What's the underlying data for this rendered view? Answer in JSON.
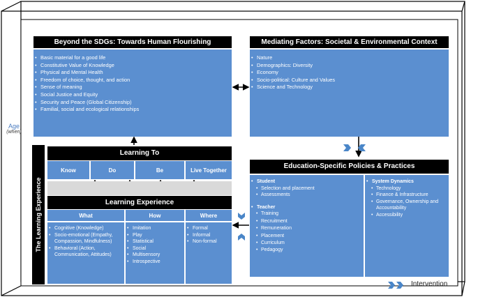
{
  "age": {
    "label": "Age",
    "sub": "(when)"
  },
  "side_label": "The Learning Experience",
  "sdgs": {
    "title": "Beyond the SDGs: Towards Human Flourishing",
    "items": [
      "Basic material for a good life",
      "Constitutive Value of Knowledge",
      "Physical and Mental Health",
      "Freedom of choice, thought, and action",
      "Sense of meaning",
      "Social Justice and Equity",
      "Security and Peace (Global Citizenship)",
      "Familial, social and ecological relationships"
    ]
  },
  "mediating": {
    "title": "Mediating Factors: Societal & Environmental Context",
    "items": [
      "Nature",
      "Demographics: Diversity",
      "Economy",
      "Socio-political: Culture and Values",
      "Science and Technology"
    ]
  },
  "learning_to": {
    "title": "Learning To",
    "cells": [
      "Know",
      "Do",
      "Be",
      "Live Together"
    ]
  },
  "learning_experience": {
    "title": "Learning Experience",
    "columns": [
      {
        "header": "What",
        "items": [
          "Cognitive (Knowledge)",
          "Socio-emotional (Empathy, Compassion, Mindfulness)",
          "Behavioral (Action, Communication, Attitudes)"
        ]
      },
      {
        "header": "How",
        "items": [
          "Imitation",
          "Play",
          "Statistical",
          "Social",
          "Multisensory",
          "Introspective"
        ]
      },
      {
        "header": "Where",
        "items": [
          "Formal",
          "Informal",
          "Non-formal"
        ]
      }
    ]
  },
  "policies": {
    "title": "Education-Specific Policies & Practices",
    "student": {
      "label": "Student",
      "items": [
        "Selection and placement",
        "Assessments"
      ]
    },
    "teacher": {
      "label": "Teacher",
      "items": [
        "Training",
        "Recruitment",
        "Remuneration",
        "Placement",
        "Curriculum",
        "Pedagogy"
      ]
    },
    "system": {
      "label": "System Dynamics",
      "items": [
        "Technology",
        "Finance & Infrastructure",
        "Governance, Ownership and Accountability",
        "Accessibility"
      ]
    }
  },
  "legend": {
    "label": "Intervention"
  },
  "colors": {
    "box_blue": "#5b8fd0",
    "header_black": "#000000",
    "intervention": "#4a86c8",
    "age_text": "#4a7cc0",
    "band_gray": "#d9d9d9"
  }
}
